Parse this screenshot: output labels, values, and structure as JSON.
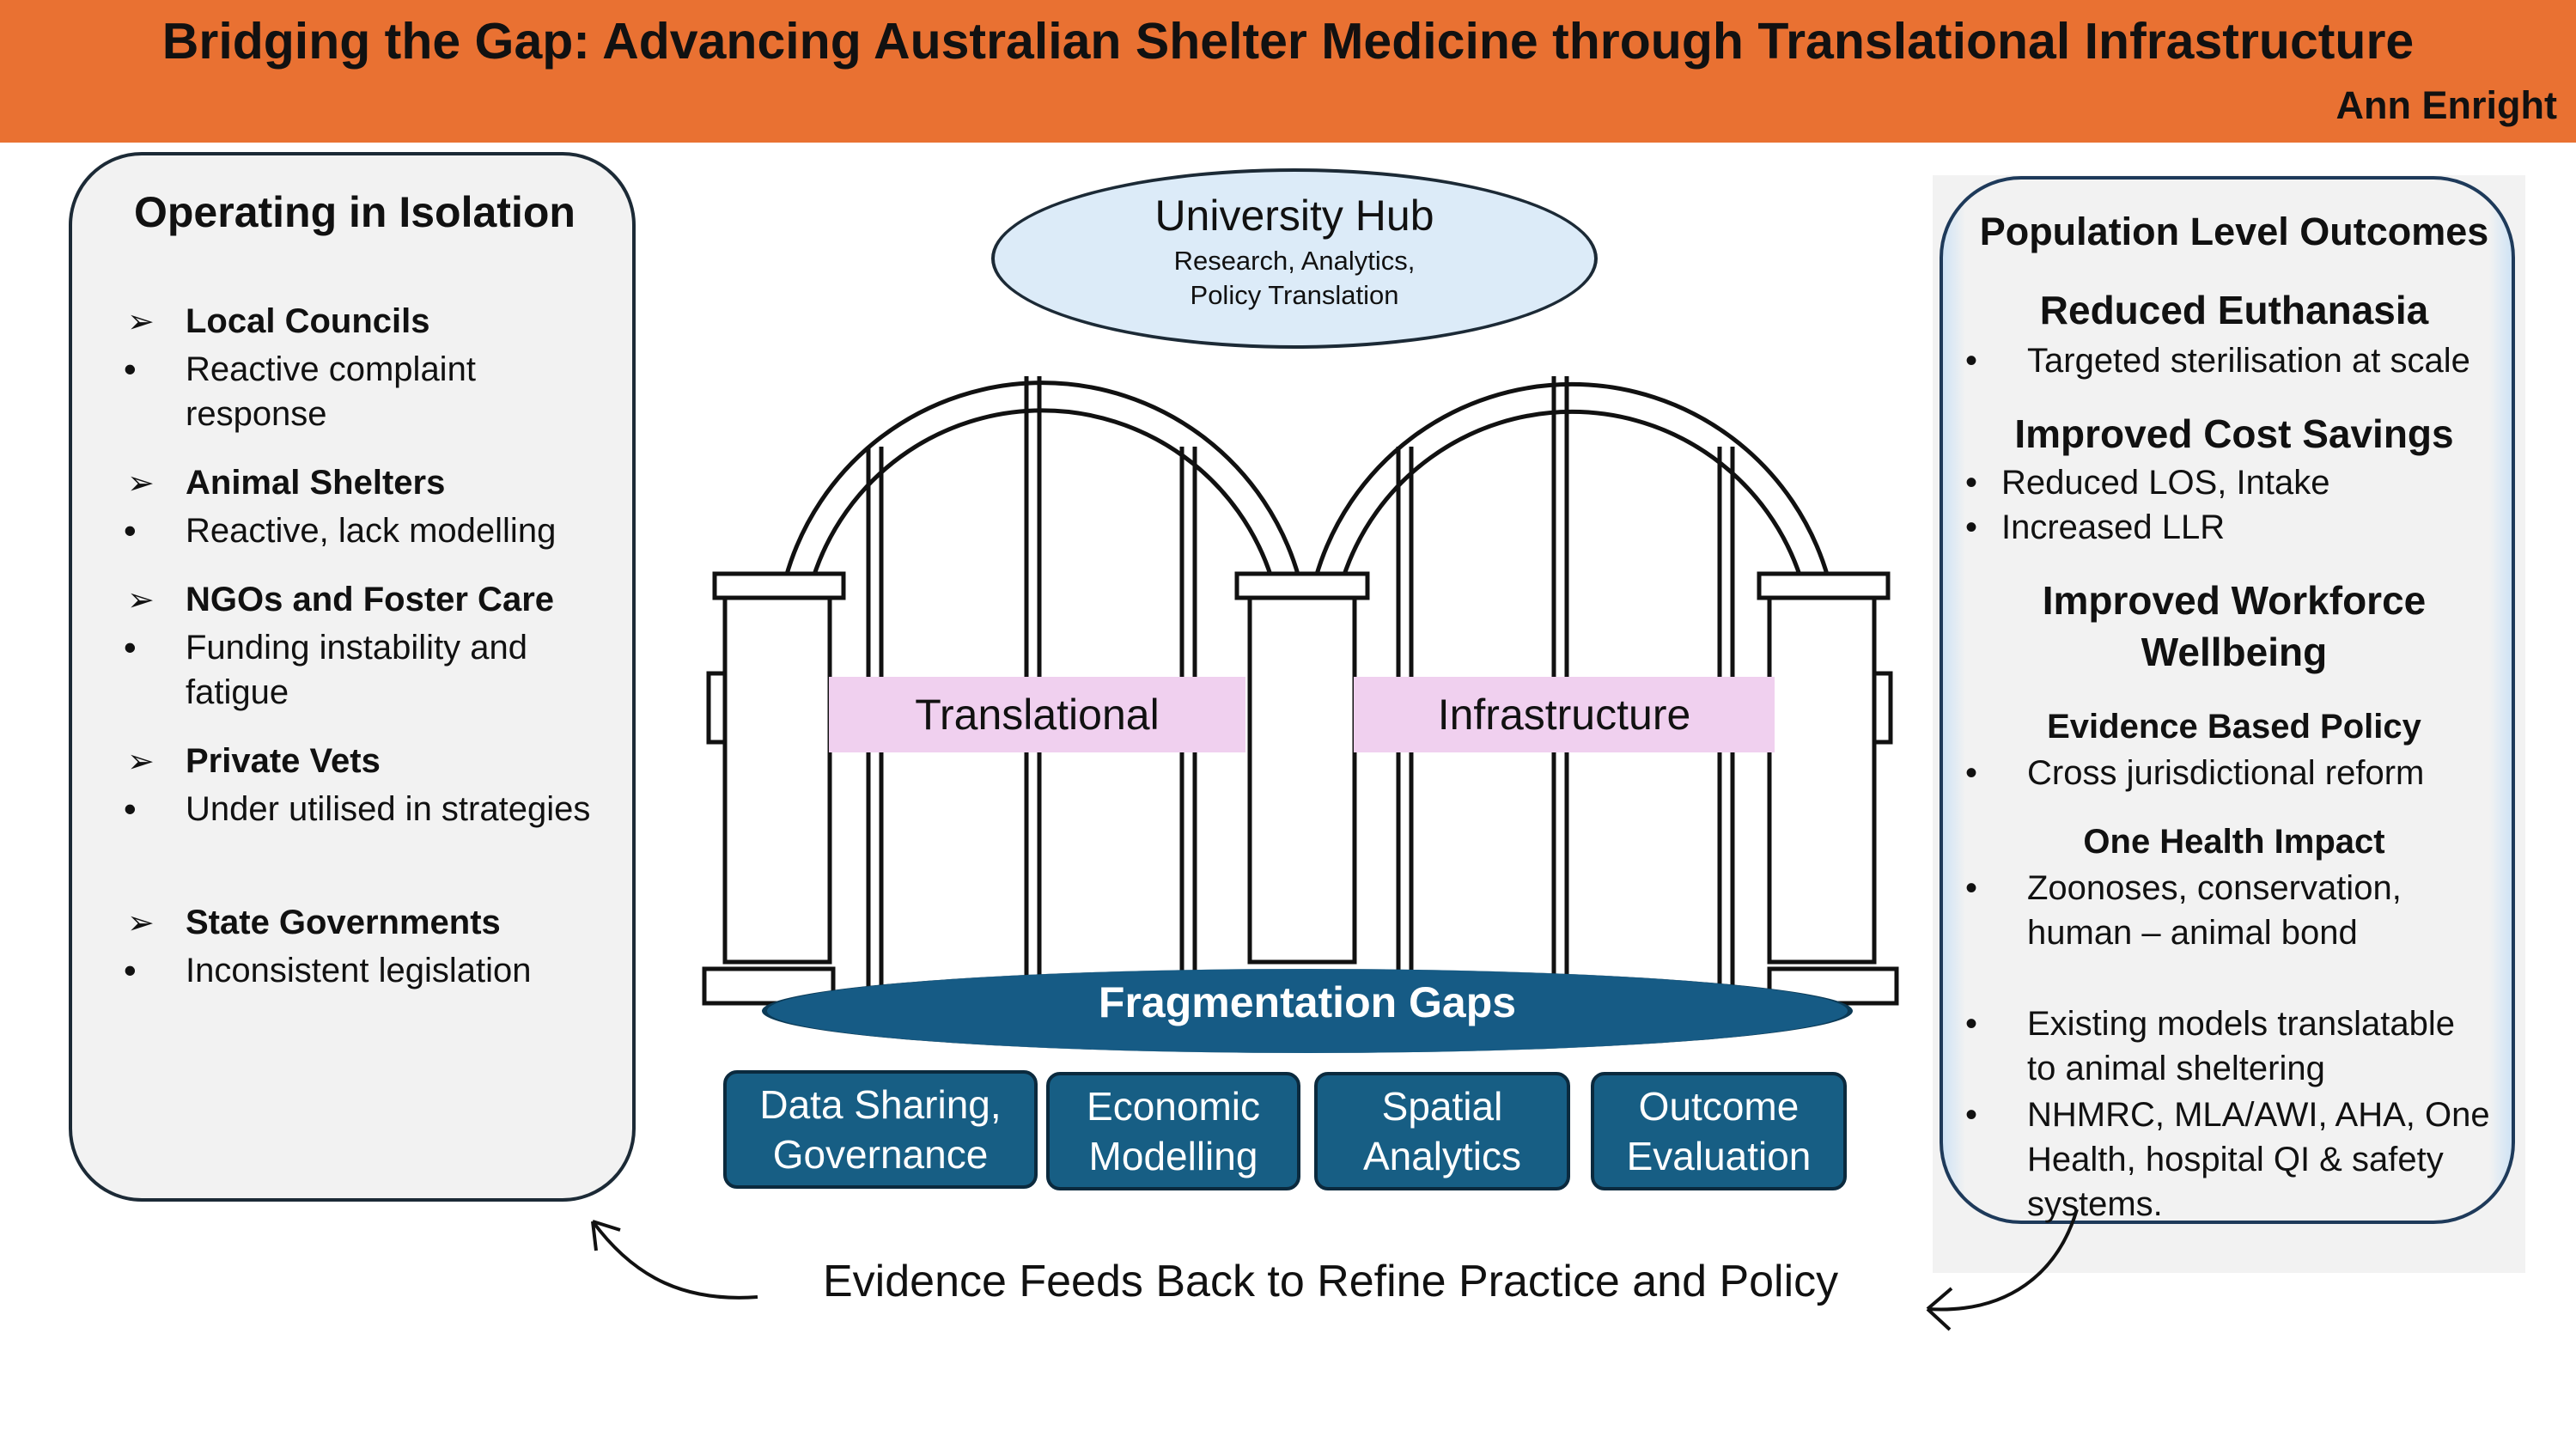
{
  "header": {
    "title": "Bridging the Gap: Advancing Australian Shelter Medicine through Translational Infrastructure",
    "author": "Ann Enright",
    "accent_color": "#E97132"
  },
  "left_panel": {
    "heading": "Operating in Isolation",
    "groups": [
      {
        "head": "Local Councils",
        "desc": "Reactive complaint response"
      },
      {
        "head": "Animal Shelters",
        "desc": "Reactive, lack modelling"
      },
      {
        "head": "NGOs and Foster Care",
        "desc": "Funding instability and fatigue"
      },
      {
        "head": "Private Vets",
        "desc": "Under utilised in strategies"
      },
      {
        "head": "State Governments",
        "desc": "Inconsistent legislation"
      }
    ],
    "arrow_glyph": "➢",
    "bullet_glyph": "•"
  },
  "hub": {
    "title": "University Hub",
    "subtitle_line1": "Research, Analytics,",
    "subtitle_line2": "Policy Translation",
    "fill_color": "#dcebf8"
  },
  "bridge": {
    "left_label": "Translational",
    "right_label": "Infrastructure",
    "label_color": "#f0d0ef"
  },
  "fragmentation": {
    "title": "Fragmentation Gaps",
    "color": "#165b85",
    "boxes": [
      {
        "line1": "Data Sharing,",
        "line2": "Governance"
      },
      {
        "line1": "Economic",
        "line2": "Modelling"
      },
      {
        "line1": "Spatial",
        "line2": "Analytics"
      },
      {
        "line1": "Outcome",
        "line2": "Evaluation"
      }
    ]
  },
  "right_panel": {
    "heading": "Population Level Outcomes",
    "reduced_euthanasia": "Reduced Euthanasia",
    "reduced_euthanasia_b1": "Targeted sterilisation at scale",
    "cost_savings": "Improved Cost Savings",
    "cost_b1": "Reduced LOS, Intake",
    "cost_b2": "Increased LLR",
    "workforce_line1": "Improved Workforce",
    "workforce_line2": "Wellbeing",
    "evidence_policy": "Evidence Based Policy",
    "evidence_b1": "Cross jurisdictional reform",
    "one_health": "One Health Impact",
    "one_health_b1_l1": "Zoonoses, conservation,",
    "one_health_b1_l2": "human – animal bond",
    "models_l1": "Existing models translatable",
    "models_l2": "to animal sheltering",
    "nhmrc_l1": "NHMRC, MLA/AWI, AHA, One",
    "nhmrc_l2": "Health, hospital QI & safety",
    "nhmrc_l3": "systems."
  },
  "feedback": "Evidence Feeds Back to Refine Practice and Policy"
}
